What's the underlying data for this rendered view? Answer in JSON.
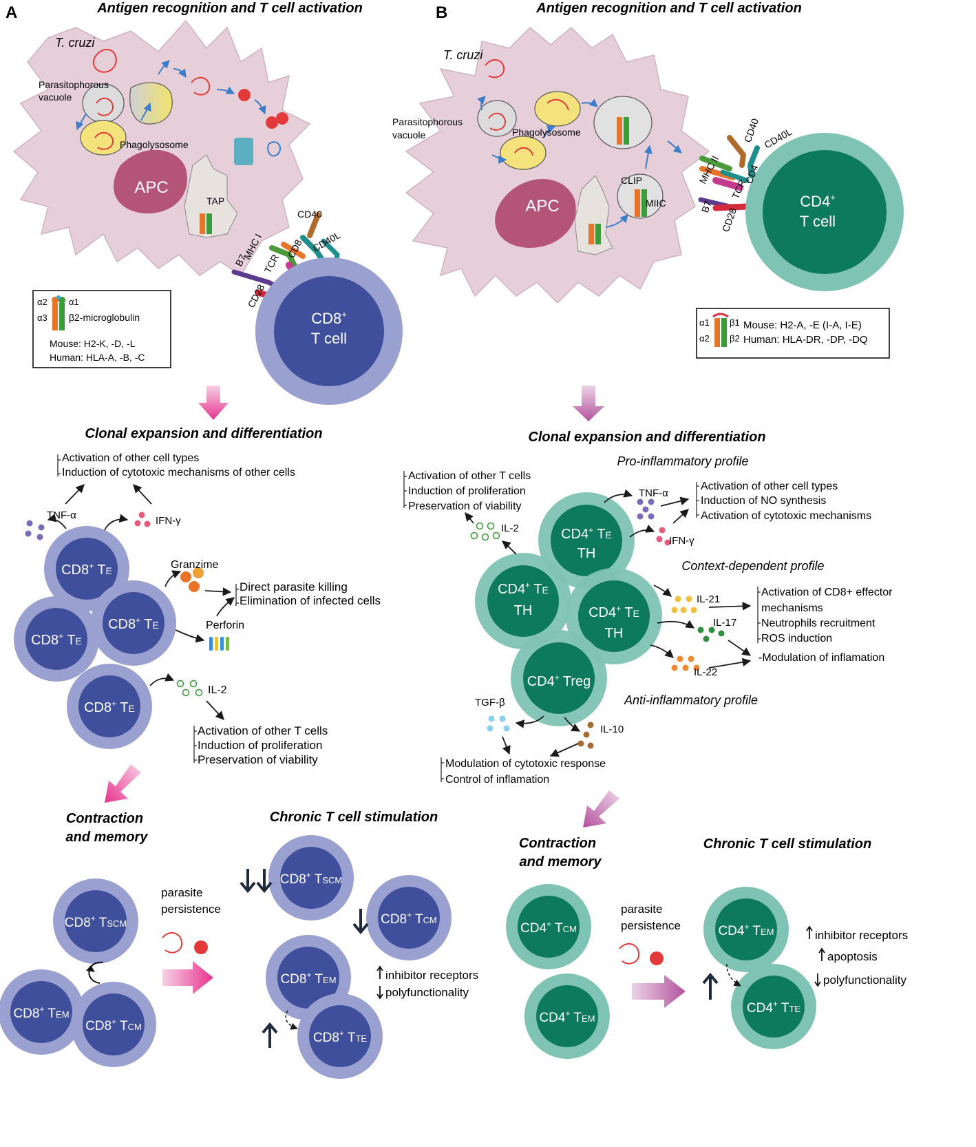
{
  "panels": {
    "a": {
      "letter": "A",
      "title": "Antigen recognition and T cell activation",
      "pathogen": "T. cruzi",
      "parasitophorous": [
        "Parasitophorous",
        "vacuole"
      ],
      "phagolysosome": "Phagolysosome",
      "apc": "APC",
      "tap": "TAP",
      "receptors": {
        "cd40": "CD40",
        "mhc": "MHC I",
        "cd8": "CD8",
        "cd40l": "CD40L",
        "b7": "B7",
        "tcr": "TCR",
        "cd28": "CD28"
      },
      "tcell": {
        "line1": "CD8",
        "sup": "+",
        "line2": "T cell"
      },
      "legend": {
        "a2": "α2",
        "a1": "α1",
        "a3": "α3",
        "b2m": "β2-microglobulin",
        "mouse": "Mouse: H2-K, -D, -L",
        "human": "Human: HLA-A, -B, -C"
      },
      "clonal_title": "Clonal expansion and differentiation",
      "top_effects": [
        "Activation of other cell types",
        "Induction of cytotoxic mechanisms of other cells"
      ],
      "tnf": "TNF-α",
      "ifn": "IFN-γ",
      "granzime": "Granzime",
      "perforin": "Perforin",
      "kill_effects": [
        "Direct parasite killing",
        "Elimination of infected cells"
      ],
      "il2": "IL-2",
      "il2_effects": [
        "Activation of other T cells",
        "Induction of proliferation",
        "Preservation of viability"
      ],
      "effector": {
        "base": "CD8",
        "sup": "+",
        "t": " T",
        "sub": "E"
      },
      "contraction_title": [
        "Contraction",
        "and memory"
      ],
      "chronic_title": "Chronic T cell stimulation",
      "persistence": [
        "parasite",
        "persistence"
      ],
      "memory": [
        {
          "base": "CD8",
          "sup": "+",
          "t": " T",
          "sub": "SCM"
        },
        {
          "base": "CD8",
          "sup": "+",
          "t": " T",
          "sub": "EM"
        },
        {
          "base": "CD8",
          "sup": "+",
          "t": " T",
          "sub": "CM"
        }
      ],
      "chronic": [
        {
          "base": "CD8",
          "sup": "+",
          "t": " T",
          "sub": "SCM"
        },
        {
          "base": "CD8",
          "sup": "+",
          "t": " T",
          "sub": "CM"
        },
        {
          "base": "CD8",
          "sup": "+",
          "t": " T",
          "sub": "EM"
        },
        {
          "base": "CD8",
          "sup": "+",
          "t": " T",
          "sub": "TE"
        }
      ],
      "chronic_effects": [
        "inhibitor receptors",
        "polyfunctionality"
      ]
    },
    "b": {
      "letter": "B",
      "title": "Antigen recognition and T cell activation",
      "pathogen": "T. cruzi",
      "parasitophorous": [
        "Parasitophorous",
        "vacuole"
      ],
      "phagolysosome": "Phagolysosome",
      "apc": "APC",
      "clip": "CLIP",
      "miic": "MIIC",
      "receptors": {
        "cd40": "CD40",
        "cd40l": "CD40L",
        "mhc": "MHC II",
        "cd4": "CD4",
        "tcr": "TCR",
        "b7": "B7",
        "cd28": "CD28"
      },
      "tcell": {
        "line1": "CD4",
        "sup": "+",
        "line2": "T cell"
      },
      "legend": {
        "a1": "α1",
        "b1": "β1",
        "a2": "α2",
        "b2": "β2",
        "mouse": "Mouse: H2-A, -E (I-A, I-E)",
        "human": "Human: HLA-DR, -DP, -DQ"
      },
      "clonal_title": "Clonal expansion and differentiation",
      "pro_title": "Pro-inflammatory profile",
      "context_title": "Context-dependent profile",
      "anti_title": "Anti-inflammatory profile",
      "il2": "IL-2",
      "il2_effects": [
        "Activation of other T cells",
        "Induction of proliferation",
        "Preservation of viability"
      ],
      "tnf": "TNF-α",
      "ifn": "IFN-γ",
      "pro_effects": [
        "Activation of other cell types",
        "Induction of NO synthesis",
        "Activation of cytotoxic mechanisms"
      ],
      "il21": "IL-21",
      "il17": "IL-17",
      "il22": "IL-22",
      "ctx_effects": [
        "Activation of CD8+ effector",
        "mechanisms",
        "Neutrophils recruitment",
        "ROS induction"
      ],
      "modulation": "-Modulation of inflamation",
      "tgfb": "TGF-β",
      "il10": "IL-10",
      "anti_effects": [
        "Modulation of cytotoxic response",
        "Control of inflamation"
      ],
      "effector": {
        "base": "CD4",
        "sup": "+",
        "t": " T",
        "sub": "E",
        "line2": "TH"
      },
      "treg": {
        "base": "CD4",
        "sup": "+",
        "rest": " Treg"
      },
      "contraction_title": [
        "Contraction",
        "and memory"
      ],
      "chronic_title": "Chronic T cell stimulation",
      "persistence": [
        "parasite",
        "persistence"
      ],
      "memory": [
        {
          "base": "CD4",
          "sup": "+",
          "t": " T",
          "sub": "CM"
        },
        {
          "base": "CD4",
          "sup": "+",
          "t": " T",
          "sub": "EM"
        }
      ],
      "chronic": [
        {
          "base": "CD4",
          "sup": "+",
          "t": " T",
          "sub": "EM"
        },
        {
          "base": "CD4",
          "sup": "+",
          "t": " T",
          "sub": "TE"
        }
      ],
      "chronic_effects": [
        "inhibitor receptors",
        "apoptosis",
        "polyfunctionality"
      ]
    }
  },
  "colors": {
    "apc_body": "#e6cfd9",
    "apc_nucleus": "#b45577",
    "cd8_outer": "#9aa0cf",
    "cd8_inner": "#3f4f9b",
    "cd4_outer": "#7fc3b4",
    "cd4_inner": "#0e7a5d",
    "arrow_pink": "#e6338f",
    "parasite": "#e23a3a"
  }
}
